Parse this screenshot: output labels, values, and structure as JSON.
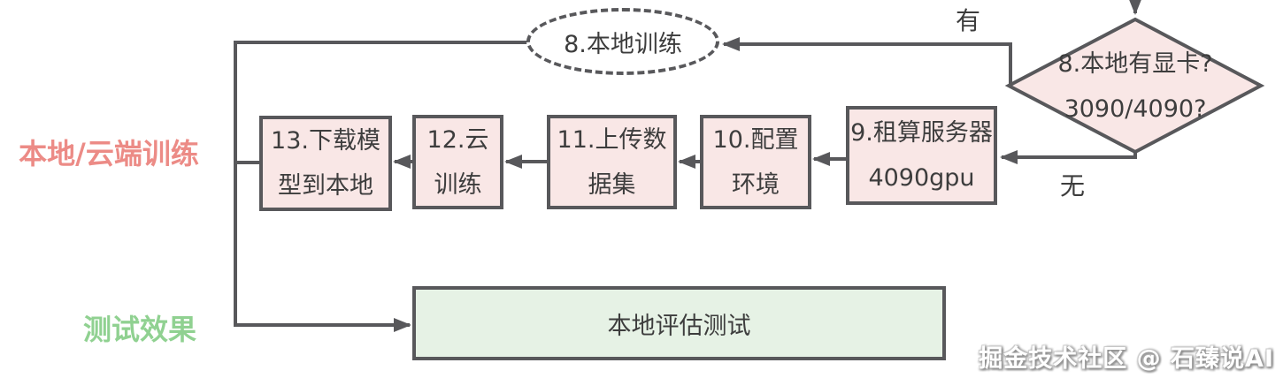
{
  "colors": {
    "line": "#58585b",
    "pink_node_fill": "#f9e7e6",
    "green_node_fill": "#e6f2e5",
    "pink_label_text": "#ec8b86",
    "green_label_text": "#90d191",
    "node_text": "#3d3d3d",
    "watermark_text": "#ffffff"
  },
  "side_labels": {
    "training": "本地/云端训练",
    "testing": "测试效果"
  },
  "nodes": {
    "local_training": {
      "text": "8.本地训练"
    },
    "gpu_decision": {
      "line1": "8.本地有显卡?",
      "line2": "3090/4090?"
    },
    "download_model": {
      "line1": "13.下载模",
      "line2": "型到本地"
    },
    "cloud_training": {
      "line1": "12.云",
      "line2": "训练"
    },
    "upload_dataset": {
      "line1": "11.上传数",
      "line2": "据集"
    },
    "setup_env": {
      "line1": "10.配置",
      "line2": "环境"
    },
    "rent_server": {
      "line1": "9.租算服务器",
      "line2": "4090gpu"
    },
    "local_eval": {
      "text": "本地评估测试"
    }
  },
  "edge_labels": {
    "yes": "有",
    "no": "无"
  },
  "watermark": "掘金技术社区 @ 石臻说AI"
}
